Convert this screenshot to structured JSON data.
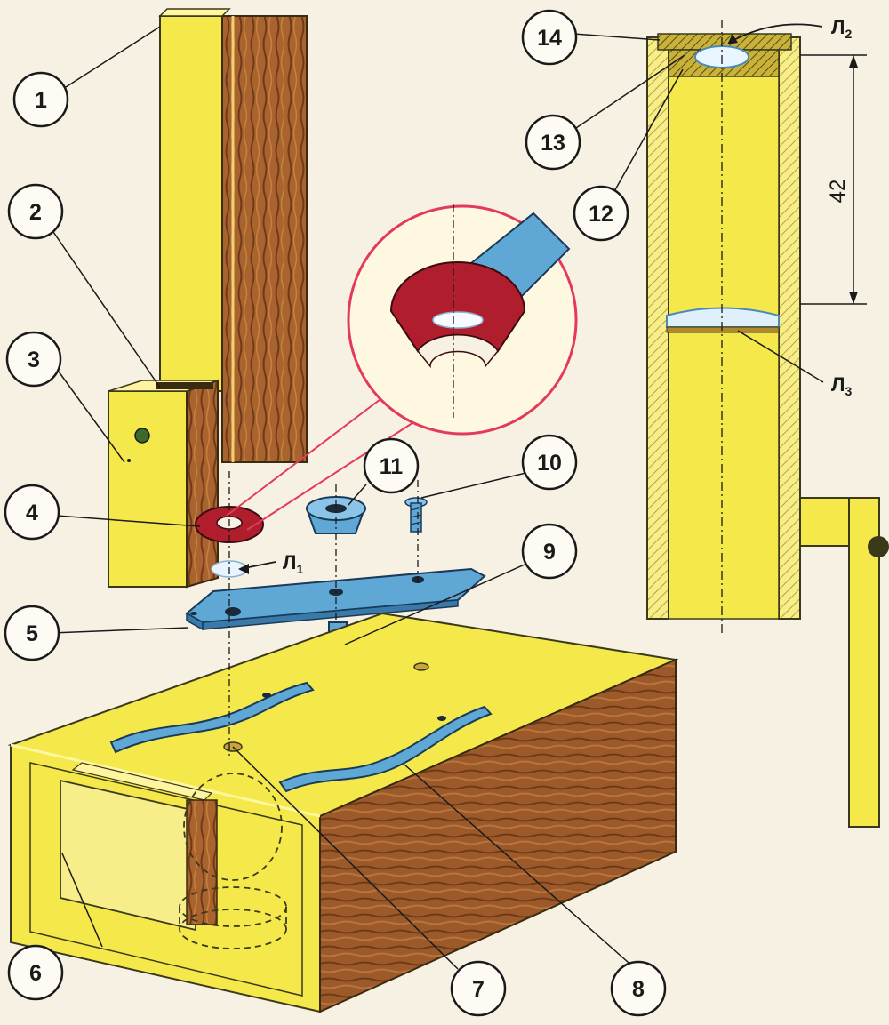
{
  "figure": {
    "callouts": {
      "c1": "1",
      "c2": "2",
      "c3": "3",
      "c4": "4",
      "c5": "5",
      "c6": "6",
      "c7": "7",
      "c8": "8",
      "c9": "9",
      "c10": "10",
      "c11": "11",
      "c12": "12",
      "c13": "13",
      "c14": "14"
    },
    "lens_labels": {
      "l1": {
        "letter": "Л",
        "sub": "1"
      },
      "l2": {
        "letter": "Л",
        "sub": "2"
      },
      "l3": {
        "letter": "Л",
        "sub": "3"
      }
    },
    "dimension": "42",
    "colors": {
      "yellow": "#f5e84a",
      "wood": "#9c5a2a",
      "steel_blue": "#5fa8d6",
      "red_ring": "#b01e2e",
      "magnifier_outline": "#e23a5a"
    }
  }
}
